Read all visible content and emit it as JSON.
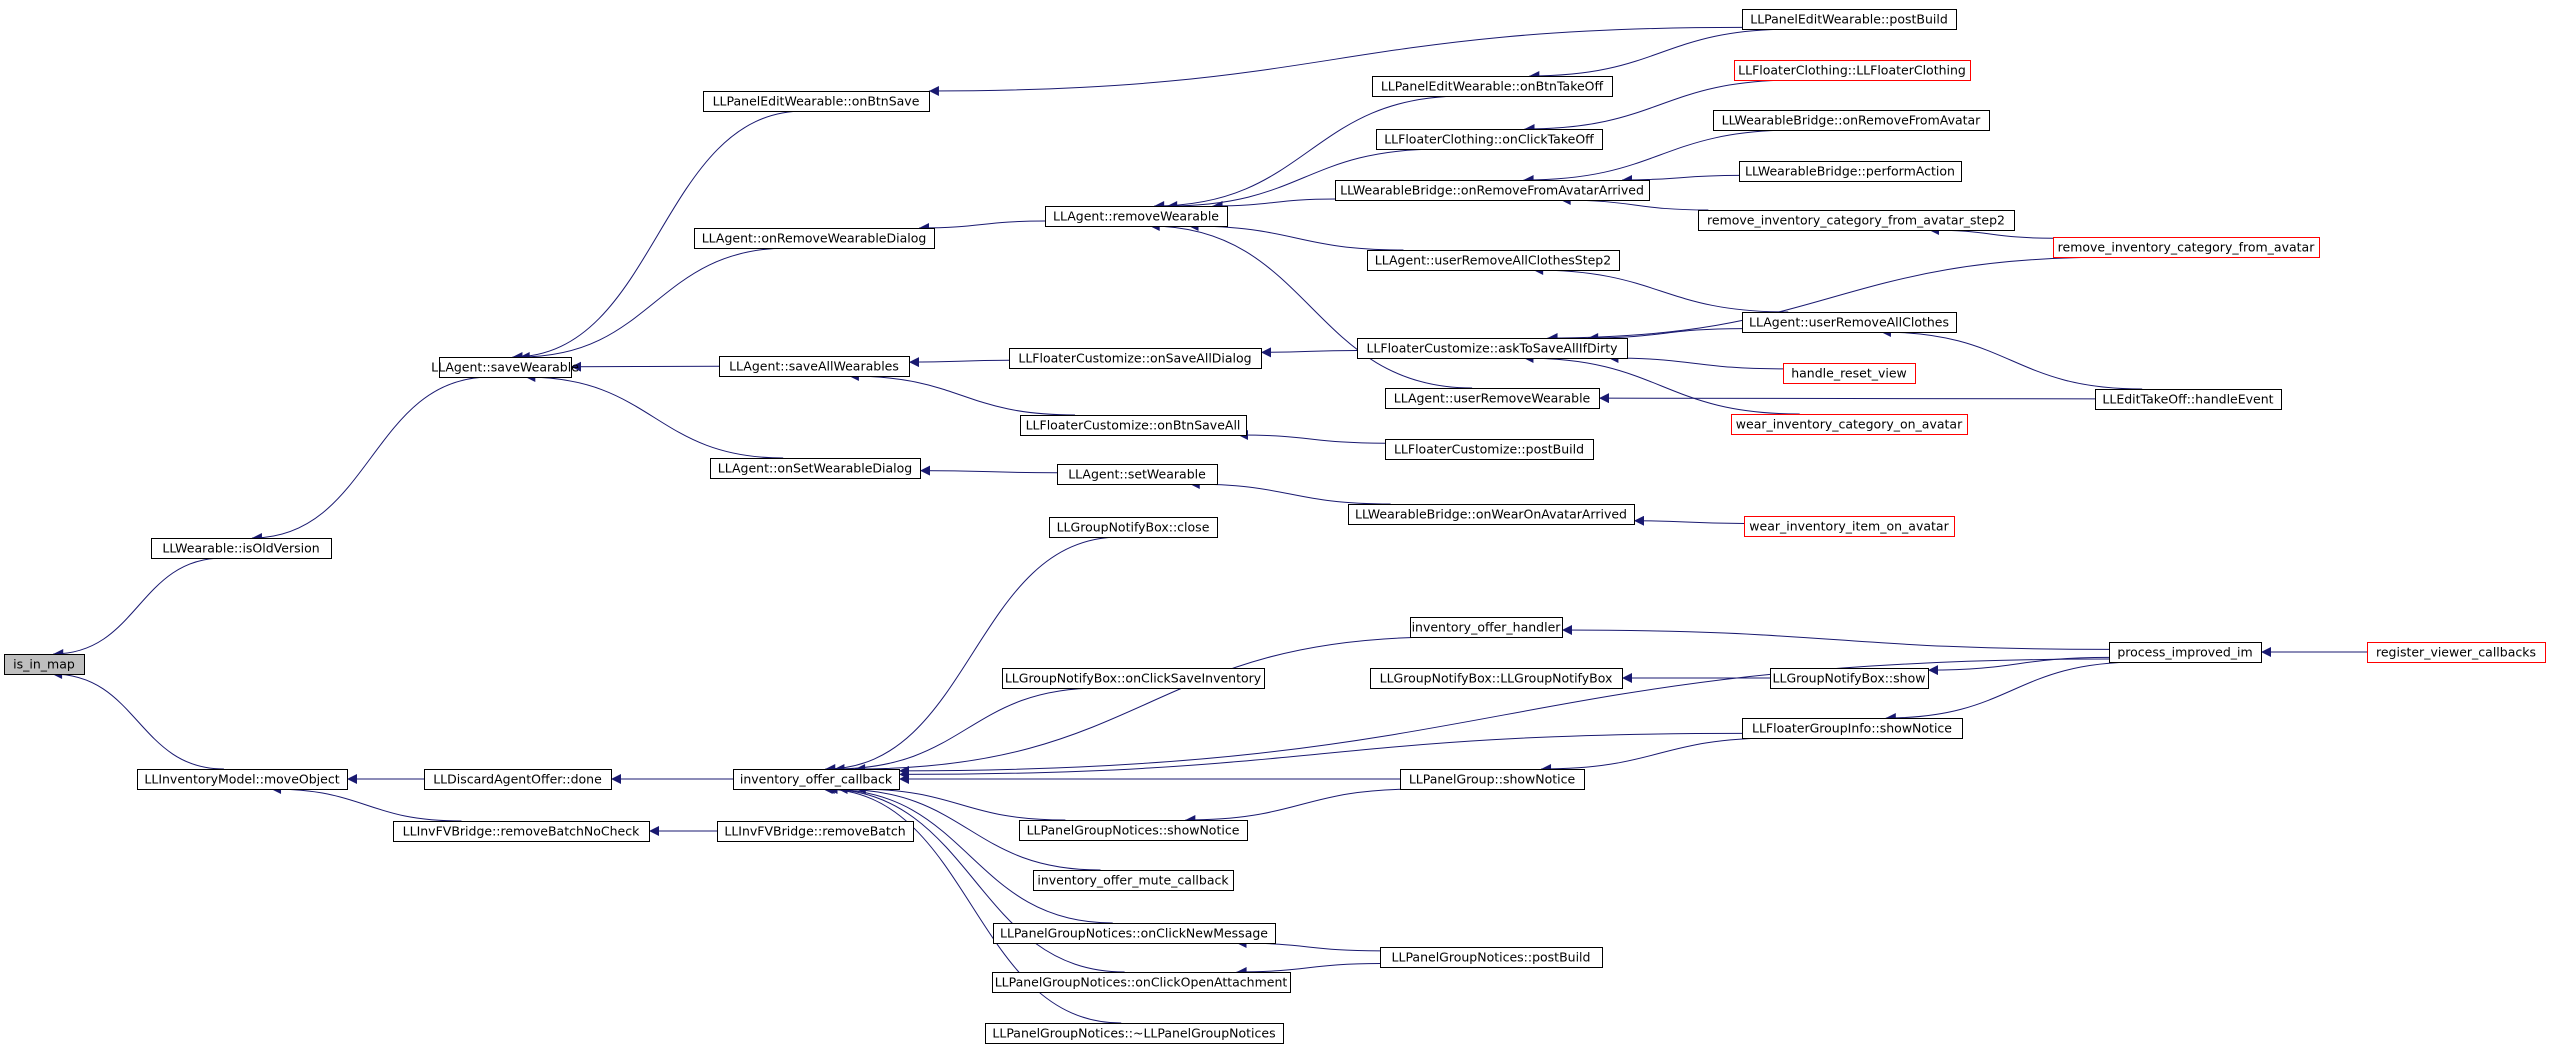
{
  "colors": {
    "edge": "#191970",
    "node_border": "#000000",
    "truncated_border": "#ff0000",
    "root_fill": "#bfbfbf",
    "node_fill": "#ffffff"
  },
  "nodes": {
    "is_in_map": "is_in_map",
    "isOldVersion": "LLWearable::isOldVersion",
    "moveObject": "LLInventoryModel::moveObject",
    "removeBatchNoCheck": "LLInvFVBridge::removeBatchNoCheck",
    "saveWearable": "LLAgent::saveWearable",
    "discardDone": "LLDiscardAgentOffer::done",
    "removeBatch": "LLInvFVBridge::removeBatch",
    "onBtnSave": "LLPanelEditWearable::onBtnSave",
    "onRemoveWearableDialog": "LLAgent::onRemoveWearableDialog",
    "saveAllWearables": "LLAgent::saveAllWearables",
    "onSetWearableDialog": "LLAgent::onSetWearableDialog",
    "inventoryOfferCallback": "inventory_offer_callback",
    "removeWearable": "LLAgent::removeWearable",
    "onSaveAllDialog": "LLFloaterCustomize::onSaveAllDialog",
    "onBtnSaveAll": "LLFloaterCustomize::onBtnSaveAll",
    "setWearable": "LLAgent::setWearable",
    "gnbClose": "LLGroupNotifyBox::close",
    "gnbOnClickSaveInventory": "LLGroupNotifyBox::onClickSaveInventory",
    "pgnShowNotice": "LLPanelGroupNotices::showNotice",
    "inventoryOfferMuteCallback": "inventory_offer_mute_callback",
    "pgnOnClickNewMessage": "LLPanelGroupNotices::onClickNewMessage",
    "pgnOnClickOpenAttachment": "LLPanelGroupNotices::onClickOpenAttachment",
    "pgnDestructor": "LLPanelGroupNotices::~LLPanelGroupNotices",
    "pewOnBtnTakeOff": "LLPanelEditWearable::onBtnTakeOff",
    "fcOnClickTakeOff": "LLFloaterClothing::onClickTakeOff",
    "wbOnRemoveFromAvatarArrived": "LLWearableBridge::onRemoveFromAvatarArrived",
    "userRemoveAllClothesStep2": "LLAgent::userRemoveAllClothesStep2",
    "askToSaveAllIfDirty": "LLFloaterCustomize::askToSaveAllIfDirty",
    "userRemoveWearable": "LLAgent::userRemoveWearable",
    "fcPostBuild": "LLFloaterCustomize::postBuild",
    "wbOnWearOnAvatarArrived": "LLWearableBridge::onWearOnAvatarArrived",
    "inventoryOfferHandler": "inventory_offer_handler",
    "gnbCtor": "LLGroupNotifyBox::LLGroupNotifyBox",
    "pgShowNotice": "LLPanelGroup::showNotice",
    "pgnPostBuild": "LLPanelGroupNotices::postBuild",
    "pewPostBuild": "LLPanelEditWearable::postBuild",
    "floaterClothingCtor": "LLFloaterClothing::LLFloaterClothing",
    "wbOnRemoveFromAvatar": "LLWearableBridge::onRemoveFromAvatar",
    "wbPerformAction": "LLWearableBridge::performAction",
    "removeCategoryStep2": "remove_inventory_category_from_avatar_step2",
    "userRemoveAllClothes": "LLAgent::userRemoveAllClothes",
    "handleResetView": "handle_reset_view",
    "wearCategoryOnAvatar": "wear_inventory_category_on_avatar",
    "wearItemOnAvatar": "wear_inventory_item_on_avatar",
    "gnbShow": "LLGroupNotifyBox::show",
    "fgiShowNotice": "LLFloaterGroupInfo::showNotice",
    "removeCategoryFromAvatar": "remove_inventory_category_from_avatar",
    "editTakeOffHandleEvent": "LLEditTakeOff::handleEvent",
    "processImprovedIm": "process_improved_im",
    "registerViewerCallbacks": "register_viewer_callbacks"
  }
}
